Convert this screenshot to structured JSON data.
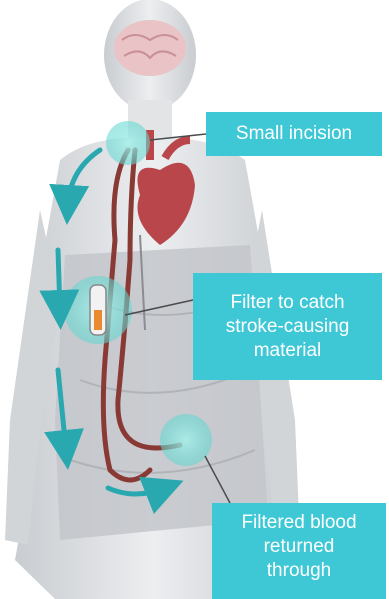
{
  "callouts": {
    "incision": {
      "lines": [
        "Small incision"
      ]
    },
    "filter": {
      "lines": [
        "Filter to catch",
        "stroke-causing",
        "material"
      ]
    },
    "returned": {
      "lines": [
        "Filtered blood",
        "returned",
        "through"
      ]
    }
  },
  "colors": {
    "callout": "#3ec8d6",
    "arrow": "#2aa8b0",
    "tube": "#8a3a34",
    "body": "#d8dadd",
    "highlight": "#7fe3df"
  },
  "icons": [
    "brain-icon",
    "heart-icon",
    "filter-device-icon"
  ]
}
